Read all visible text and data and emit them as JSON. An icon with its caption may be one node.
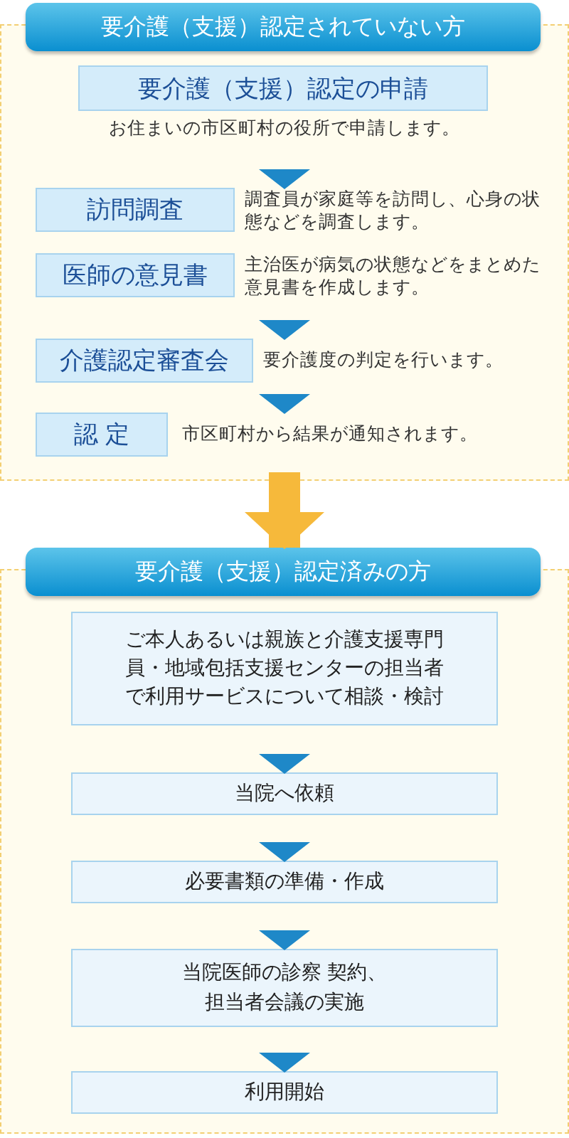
{
  "diagram": {
    "nodes": [
      {
        "text": [
          "要介護（支援）認定されていない方"
        ]
      },
      {
        "text": [
          "要介護（支援）認定の申請"
        ],
        "in": 0,
        "beside": [
          "お住まいの市区町村の役所で申請します。"
        ]
      },
      {
        "text": [
          "訪問調査"
        ],
        "in": 0,
        "beside": [
          "調査員が家庭等を訪問し、心身の状態などを調査します。"
        ]
      },
      {
        "text": [
          "医師の意見書"
        ],
        "in": 0,
        "beside": [
          "主治医が病気の状態などをまとめた意見書を作成します。"
        ]
      },
      {
        "text": [
          "介護認定審査会"
        ],
        "in": 0,
        "beside": [
          "要介護度の判定を行います。"
        ]
      },
      {
        "text": [
          "認 定"
        ],
        "in": 0,
        "beside": [
          "市区町村から結果が通知されます。"
        ]
      },
      {
        "text": [
          "要介護（支援）認定済みの方"
        ]
      },
      {
        "text": [
          "ご本人あるいは親族と介護支援専門員・地域包括支援センターの担当者で利用サービスについて相談・検討"
        ],
        "in": 6
      },
      {
        "text": [
          "当院へ依頼"
        ],
        "in": 6
      },
      {
        "text": [
          "必要書類の準備・作成"
        ],
        "in": 6
      },
      {
        "text": [
          "当院医師の診察 契約、担当者会議の実施"
        ],
        "in": 6
      },
      {
        "text": [
          "利用開始"
        ],
        "in": 6
      }
    ],
    "edges": [
      {
        "from": 1,
        "to": 2,
        "arrow": "to"
      },
      {
        "from": 3,
        "to": 4,
        "arrow": "to"
      },
      {
        "from": 4,
        "to": 5,
        "arrow": "to"
      },
      {
        "from": 0,
        "to": 6,
        "arrow": "to",
        "style": "thick",
        "color": "#f6b93b"
      },
      {
        "from": 7,
        "to": 8,
        "arrow": "to"
      },
      {
        "from": 8,
        "to": 9,
        "arrow": "to"
      },
      {
        "from": 9,
        "to": 10,
        "arrow": "to"
      },
      {
        "from": 10,
        "to": 11,
        "arrow": "to"
      }
    ]
  }
}
